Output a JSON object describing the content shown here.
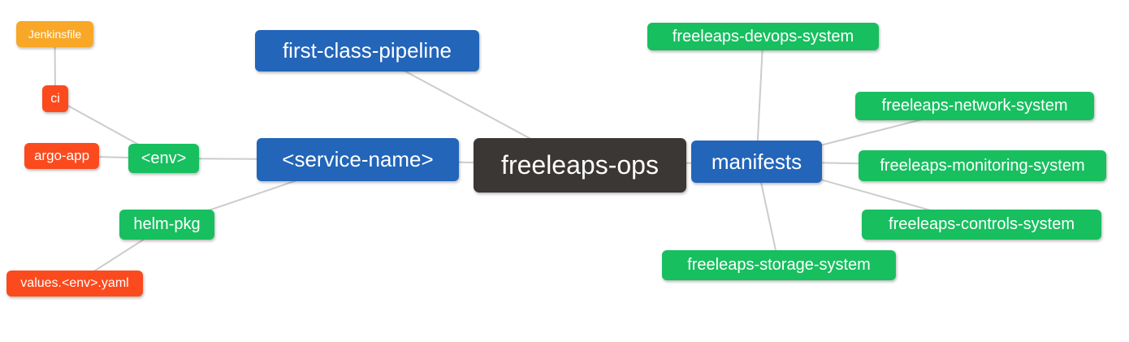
{
  "palette": {
    "blue": "#2265b9",
    "green": "#17bf5f",
    "red": "#fb4a1e",
    "orange": "#f8a826",
    "dark": "#3b3734",
    "line": "#cccccc",
    "text": "#ffffff",
    "background": "#ffffff"
  },
  "nodes": [
    {
      "id": "jenkinsfile",
      "label": "Jenkinsfile",
      "color": "orange"
    },
    {
      "id": "ci",
      "label": "ci",
      "color": "red"
    },
    {
      "id": "argo-app",
      "label": "argo-app",
      "color": "red"
    },
    {
      "id": "env",
      "label": "<env>",
      "color": "green"
    },
    {
      "id": "helm-pkg",
      "label": "helm-pkg",
      "color": "green"
    },
    {
      "id": "values-env-yaml",
      "label": "values.<env>.yaml",
      "color": "red"
    },
    {
      "id": "first-class-pipeline",
      "label": "first-class-pipeline",
      "color": "blue"
    },
    {
      "id": "service-name",
      "label": "<service-name>",
      "color": "blue"
    },
    {
      "id": "freeleaps-ops",
      "label": "freeleaps-ops",
      "color": "dark"
    },
    {
      "id": "manifests",
      "label": "manifests",
      "color": "blue"
    },
    {
      "id": "freeleaps-devops-system",
      "label": "freeleaps-devops-system",
      "color": "green"
    },
    {
      "id": "freeleaps-network-system",
      "label": "freeleaps-network-system",
      "color": "green"
    },
    {
      "id": "freeleaps-monitoring-system",
      "label": "freeleaps-monitoring-system",
      "color": "green"
    },
    {
      "id": "freeleaps-controls-system",
      "label": "freeleaps-controls-system",
      "color": "green"
    },
    {
      "id": "freeleaps-storage-system",
      "label": "freeleaps-storage-system",
      "color": "green"
    }
  ],
  "edges": [
    {
      "from": "jenkinsfile",
      "to": "ci"
    },
    {
      "from": "ci",
      "to": "env"
    },
    {
      "from": "argo-app",
      "to": "env"
    },
    {
      "from": "env",
      "to": "service-name"
    },
    {
      "from": "helm-pkg",
      "to": "service-name"
    },
    {
      "from": "values-env-yaml",
      "to": "helm-pkg"
    },
    {
      "from": "first-class-pipeline",
      "to": "freeleaps-ops"
    },
    {
      "from": "service-name",
      "to": "freeleaps-ops"
    },
    {
      "from": "freeleaps-ops",
      "to": "manifests"
    },
    {
      "from": "manifests",
      "to": "freeleaps-devops-system"
    },
    {
      "from": "manifests",
      "to": "freeleaps-network-system"
    },
    {
      "from": "manifests",
      "to": "freeleaps-monitoring-system"
    },
    {
      "from": "manifests",
      "to": "freeleaps-controls-system"
    },
    {
      "from": "manifests",
      "to": "freeleaps-storage-system"
    }
  ]
}
